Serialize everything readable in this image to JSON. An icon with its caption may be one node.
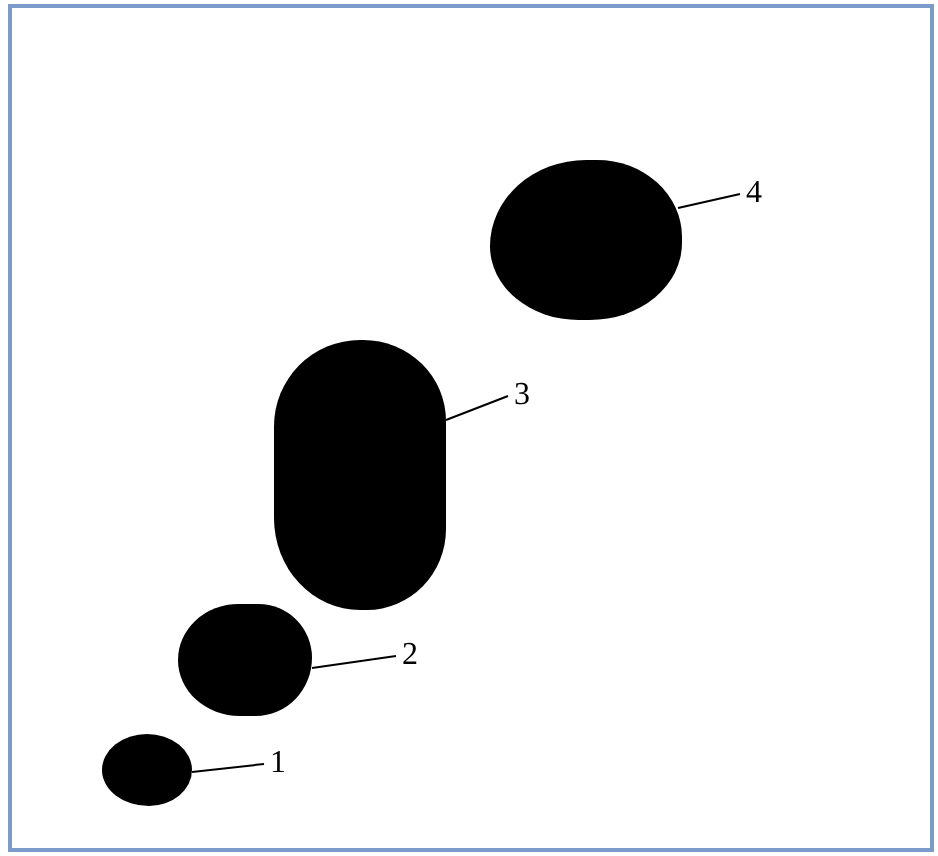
{
  "diagram": {
    "nodes": [
      {
        "text": [],
        "shape": "circle"
      },
      {
        "text": [],
        "shape": "circle"
      },
      {
        "text": [],
        "shape": "circle"
      },
      {
        "text": [],
        "shape": "circle"
      },
      {
        "text": [
          "1"
        ]
      },
      {
        "text": [
          "2"
        ]
      },
      {
        "text": [
          "3"
        ]
      },
      {
        "text": [
          "4"
        ]
      }
    ],
    "edges": [
      {
        "from": 4,
        "to": 0,
        "arrow": "none"
      },
      {
        "from": 5,
        "to": 1,
        "arrow": "none"
      },
      {
        "from": 6,
        "to": 2,
        "arrow": "none"
      },
      {
        "from": 7,
        "to": 3,
        "arrow": "none"
      }
    ]
  }
}
